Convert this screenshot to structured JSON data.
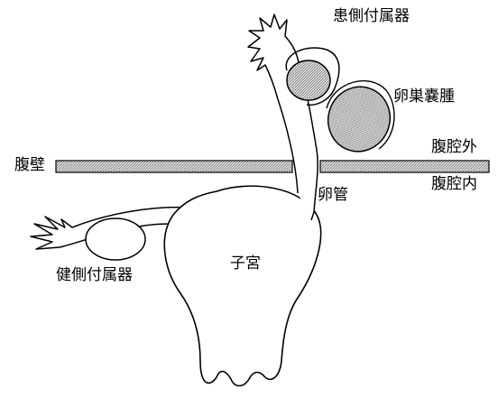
{
  "labels": {
    "affected_adnexa": "患側付属器",
    "ovarian_cyst": "卵巣嚢腫",
    "abdominal_wall": "腹壁",
    "extra_abdominal": "腹腔外",
    "intra_abdominal": "腹腔内",
    "fallopian_tube": "卵管",
    "uterus": "子宮",
    "healthy_adnexa": "健側付属器"
  },
  "colors": {
    "stroke": "#000000",
    "fill": "#ffffff",
    "stipple": "#b8b8b8"
  }
}
